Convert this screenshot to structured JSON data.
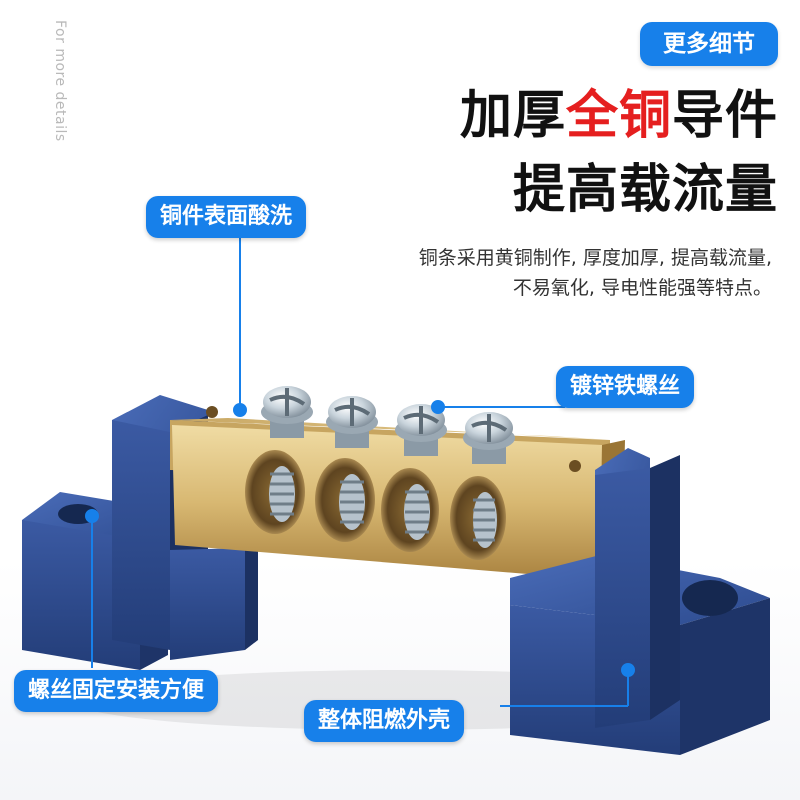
{
  "side_text": "For more details",
  "badge": "更多细节",
  "headline": {
    "line1_a": "加厚",
    "line1_red": "全铜",
    "line1_b": "导件",
    "line2": "提高载流量"
  },
  "description": {
    "line1": "铜条采用黄铜制作, 厚度加厚, 提高载流量,",
    "line2": "不易氧化, 导电性能强等特点。"
  },
  "callouts": {
    "pickling": "铜件表面酸洗",
    "screws": "镀锌铁螺丝",
    "mounting": "螺丝固定安装方便",
    "shell": "整体阻燃外壳"
  },
  "colors": {
    "accent": "#1780ea",
    "highlight": "#e51f1f",
    "housing": "#2f4a8c",
    "brass": "#d9bb7a"
  }
}
